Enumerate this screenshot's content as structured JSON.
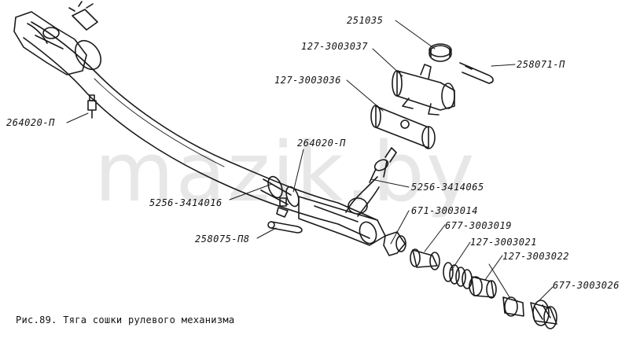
{
  "figure": {
    "caption": "Рис.89. Тяга сошки рулевого механизма",
    "watermark": "mazik.by",
    "line_color": "#1a1a1a",
    "parts": [
      {
        "id": "p1",
        "label": "251035"
      },
      {
        "id": "p2",
        "label": "127-3003037"
      },
      {
        "id": "p3",
        "label": "258071-П"
      },
      {
        "id": "p4",
        "label": "127-3003036"
      },
      {
        "id": "p5",
        "label": "264020-П"
      },
      {
        "id": "p6",
        "label": "264020-П"
      },
      {
        "id": "p7",
        "label": "5256-3414016"
      },
      {
        "id": "p8",
        "label": "5256-3414065"
      },
      {
        "id": "p9",
        "label": "671-3003014"
      },
      {
        "id": "p10",
        "label": "677-3003019"
      },
      {
        "id": "p11",
        "label": "127-3003021"
      },
      {
        "id": "p12",
        "label": "127-3003022"
      },
      {
        "id": "p13",
        "label": "258075-П8"
      },
      {
        "id": "p14",
        "label": "677-3003026"
      }
    ]
  }
}
